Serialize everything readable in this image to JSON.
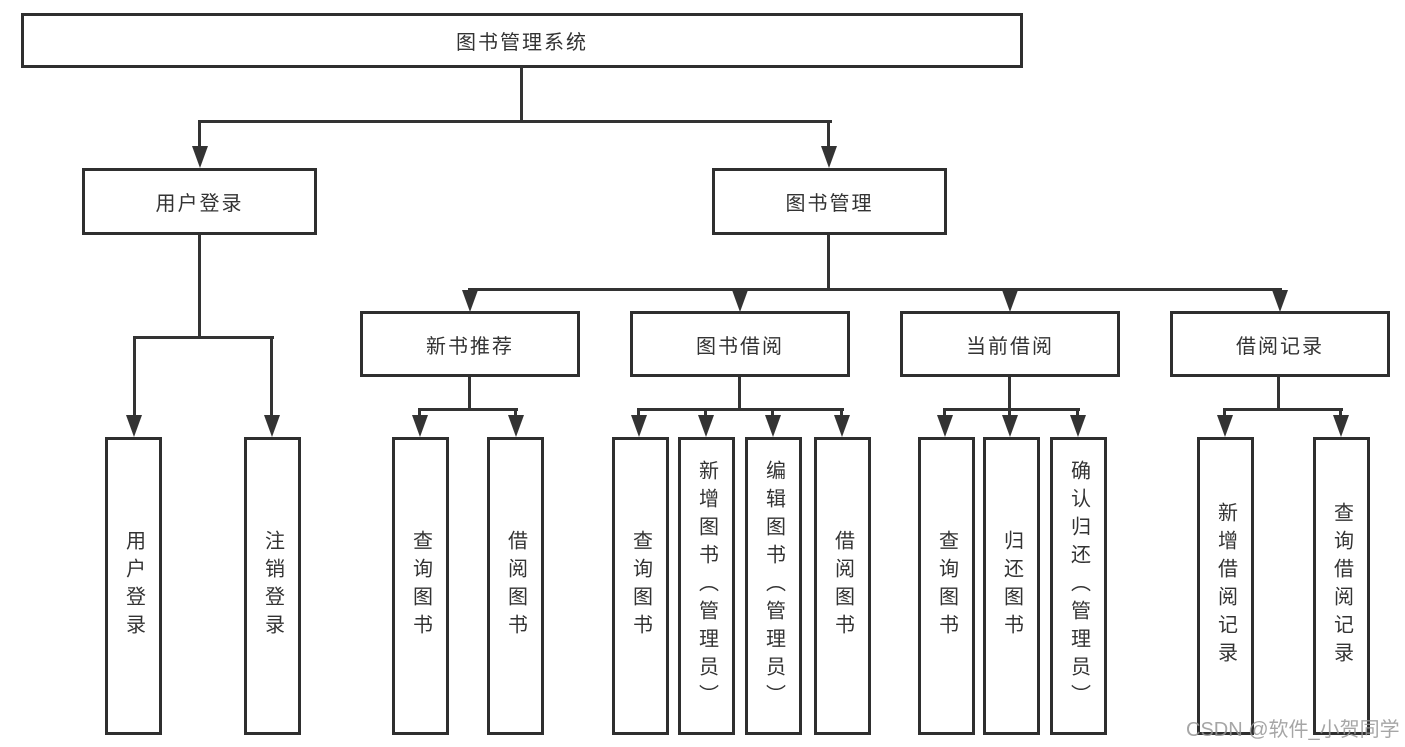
{
  "diagram": {
    "root": "图书管理系统",
    "user_login": {
      "label": "用户登录",
      "children": [
        "用户登录",
        "注销登录"
      ]
    },
    "book_management": {
      "label": "图书管理",
      "modules": [
        {
          "label": "新书推荐",
          "children": [
            "查询图书",
            "借阅图书"
          ]
        },
        {
          "label": "图书借阅",
          "children": [
            "查询图书",
            "新增图书（管理员）",
            "编辑图书（管理员）",
            "借阅图书"
          ]
        },
        {
          "label": "当前借阅",
          "children": [
            "查询图书",
            "归还图书",
            "确认归还（管理员）"
          ]
        },
        {
          "label": "借阅记录",
          "children": [
            "新增借阅记录",
            "查询借阅记录"
          ]
        }
      ]
    }
  },
  "watermark": {
    "text": "CSDN @软件_小贺同学",
    "color": "#969696"
  },
  "colors": {
    "line": "#333333",
    "box_border": "#2f2f2f",
    "text": "#333333",
    "background": "#ffffff"
  }
}
